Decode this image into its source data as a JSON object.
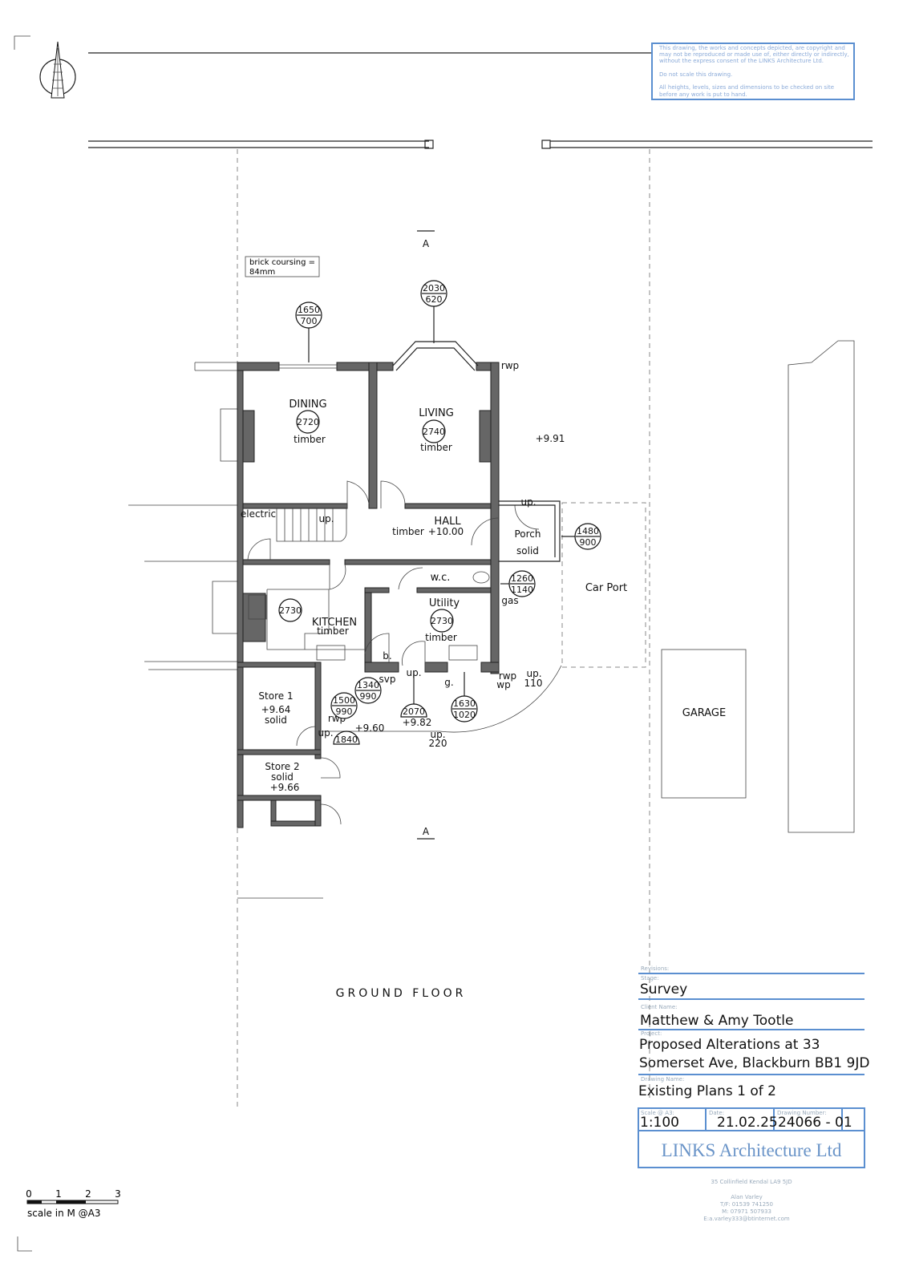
{
  "notice": {
    "lines": [
      "This drawing, the works and concepts depicted, are copyright and",
      "may not be reproduced or made use of, either directly or indirectly,",
      "without the express consent of the LINKS Architecture Ltd.",
      "Do not scale this drawing.",
      "All heights, levels, sizes and dimensions to be checked on site",
      "before any work is put to hand."
    ]
  },
  "note_brick": [
    "brick coursing =",
    "84mm"
  ],
  "section_label": "A",
  "rooms": {
    "dining": "DINING",
    "living": "LIVING",
    "hall": "HALL",
    "kitchen": "KITCHEN",
    "utility": "Utility",
    "wc": "w.c.",
    "porch": "Porch",
    "car_port": "Car Port",
    "garage": "GARAGE",
    "store1": "Store 1",
    "store2": "Store 2"
  },
  "annotations": {
    "timber": "timber",
    "solid": "solid",
    "electric": "electric",
    "up": "up.",
    "hall_level": "+10.00",
    "ext_level": "+9.91",
    "store1_level": "+9.64",
    "store2_level": "+9.66",
    "yard_level1": "+9.60",
    "yard_level2": "+9.82",
    "gas": "gas",
    "svp": "svp",
    "rwp": "rwp",
    "wp": "wp",
    "g": "g.",
    "b": "b.",
    "step110": "110",
    "step220": "220"
  },
  "tags": {
    "dining_window": [
      "1650",
      "700"
    ],
    "bay_window": [
      "2030",
      "620"
    ],
    "dining_ceiling": "2720",
    "living_ceiling": "2740",
    "kitchen_ceiling": "2730",
    "utility_ceiling": "2730",
    "porch_window": [
      "1480",
      "900"
    ],
    "wc_window": [
      "1260",
      "1140"
    ],
    "kitchen_window": [
      "1340",
      "990"
    ],
    "store_window": [
      "1500",
      "990"
    ],
    "back_door": [
      "2070"
    ],
    "utility_window": [
      "1630",
      "1020"
    ],
    "store_door": [
      "1840"
    ]
  },
  "floor_title": "GROUND FLOOR",
  "title_block": {
    "revisions_label": "Revisions:",
    "stage_label": "Stage:",
    "stage": "Survey",
    "client_label": "Client Name:",
    "client": "Matthew & Amy Tootle",
    "project_label": "Project:",
    "project": [
      "Proposed Alterations at 33",
      "Somerset Ave, Blackburn BB1 9JD"
    ],
    "drawing_name_label": "Drawing Name:",
    "drawing_name": "Existing Plans 1 of 2",
    "scale_label": "Scale @ A3:",
    "scale": "1:100",
    "date_label": "Date:",
    "date": "21.02.25",
    "number_label": "Drawing Number:",
    "number": "24066 - 01",
    "company": "LINKS Architecture Ltd",
    "address": "35 Collinfield Kendal LA9 5JD",
    "contact": [
      "Alan Varley",
      "T/F: 01539 741250",
      "M: 07971 507933",
      "E:a.varley333@btinternet.com"
    ]
  },
  "scale_bar": {
    "ticks": [
      "0",
      "1",
      "2",
      "3"
    ],
    "caption": "scale in M @A3"
  },
  "colors": {
    "title_block_blue": "#5b8fd0",
    "wall": "#666666"
  }
}
